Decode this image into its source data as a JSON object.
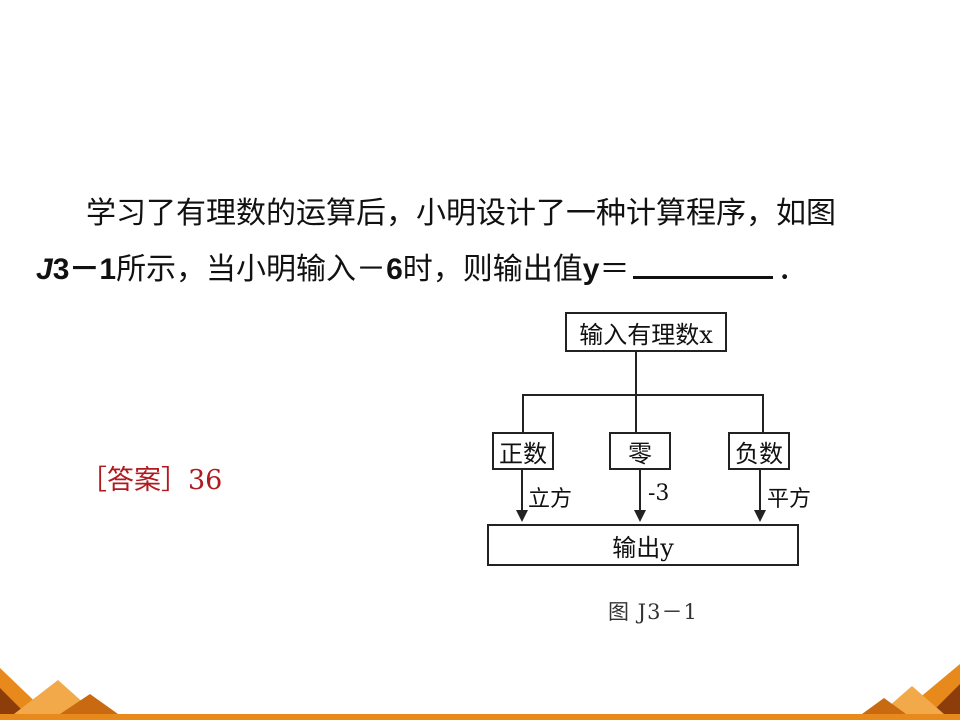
{
  "problem": {
    "line1": "学习了有理数的运算后，小明设计了一种计算程序，如图",
    "fig_ref_italic": "J",
    "fig_ref_rest": "3－1",
    "line2_mid": "所示，当小明输入－",
    "input_value": "6",
    "line2_tail": "时，则输出值",
    "output_var": "y",
    "equals": "＝",
    "period": "．"
  },
  "answer": {
    "text": "［答案］36"
  },
  "flowchart": {
    "input_box": "输入有理数x",
    "branches": [
      {
        "box": "正数",
        "op": "立方"
      },
      {
        "box": "零",
        "op": "-3"
      },
      {
        "box": "负数",
        "op": "平方"
      }
    ],
    "output_box": "输出y",
    "caption": "图 J3－1"
  },
  "colors": {
    "answer": "#b0191e",
    "decoration_orange": "#e8891c",
    "decoration_dark": "#8c3d0a"
  }
}
